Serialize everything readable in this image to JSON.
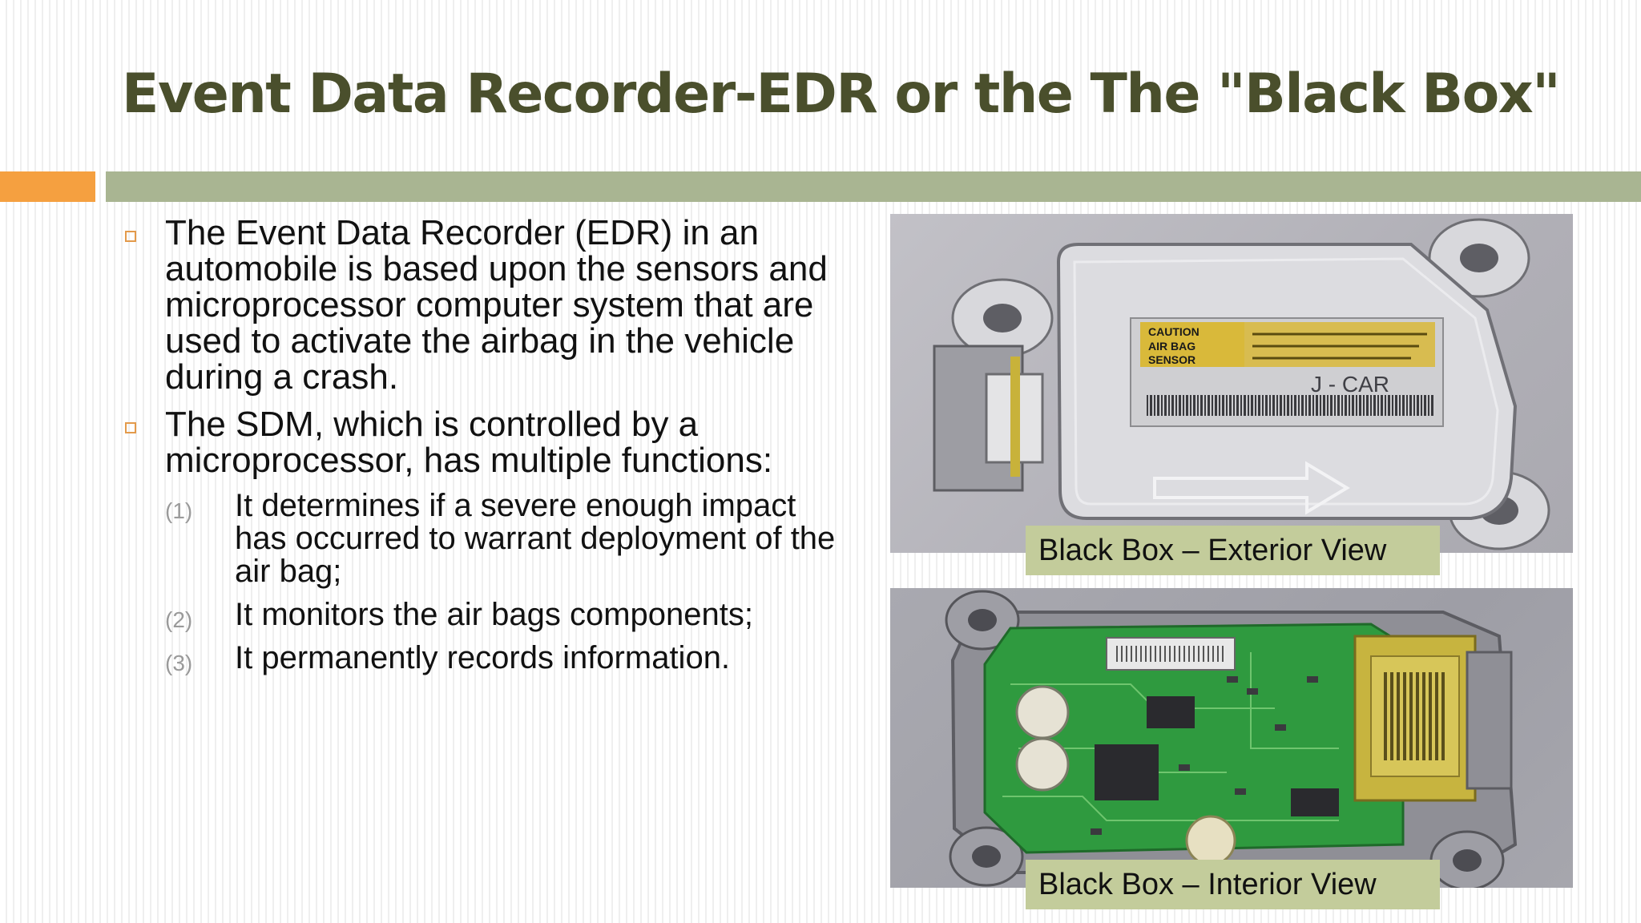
{
  "slide": {
    "title": "Event Data Recorder-EDR or the The \"Black Box\"",
    "colors": {
      "title": "#4a4f2c",
      "accent_orange": "#f5a040",
      "accent_green": "#a9b592",
      "caption_bg": "#c3cc9b"
    }
  },
  "bullets": [
    {
      "text": "The Event Data Recorder (EDR) in an automobile is based upon the sensors and microprocessor computer system that are used to activate the airbag in the vehicle during a crash."
    },
    {
      "text": " The SDM, which is controlled by a microprocessor, has multiple functions:",
      "subitems": [
        {
          "num": "(1)",
          "text": "It determines if a severe enough impact has occurred to warrant deployment of the air bag;"
        },
        {
          "num": "(2)",
          "text": "It monitors the air bags components;"
        },
        {
          "num": "(3)",
          "text": "It permanently records information."
        }
      ]
    }
  ],
  "images": {
    "exterior": {
      "caption": "Black Box – Exterior View",
      "label_caution": "CAUTION",
      "label_air_bag": "AIR BAG",
      "label_sensor": "SENSOR",
      "label_model": "J - CAR"
    },
    "interior": {
      "caption": "Black Box – Interior View"
    }
  }
}
